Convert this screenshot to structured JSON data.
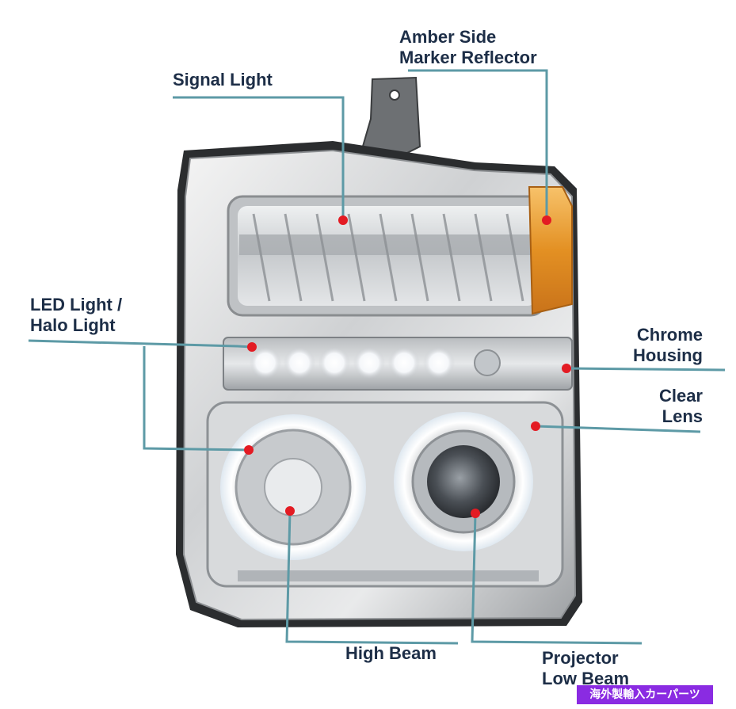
{
  "image": {
    "subject": "headlight",
    "background_color": "#ffffff",
    "callout_line_color": "#5d9aa6",
    "marker_color": "#e31b23",
    "label_color": "#1d2e47"
  },
  "labels": {
    "amber_side_marker": {
      "line1": "Amber Side",
      "line2": "Marker Reflector"
    },
    "signal_light": {
      "line1": "Signal Light"
    },
    "led_halo": {
      "line1": "LED Light /",
      "line2": "Halo Light"
    },
    "chrome_housing": {
      "line1": "Chrome",
      "line2": "Housing"
    },
    "clear_lens": {
      "line1": "Clear",
      "line2": "Lens"
    },
    "high_beam": {
      "line1": "High Beam"
    },
    "projector_low_beam": {
      "line1": "Projector",
      "line2": "Low Beam"
    }
  },
  "watermark": {
    "text": "海外製輸入カーパーツ",
    "color": "#8a2be2"
  }
}
